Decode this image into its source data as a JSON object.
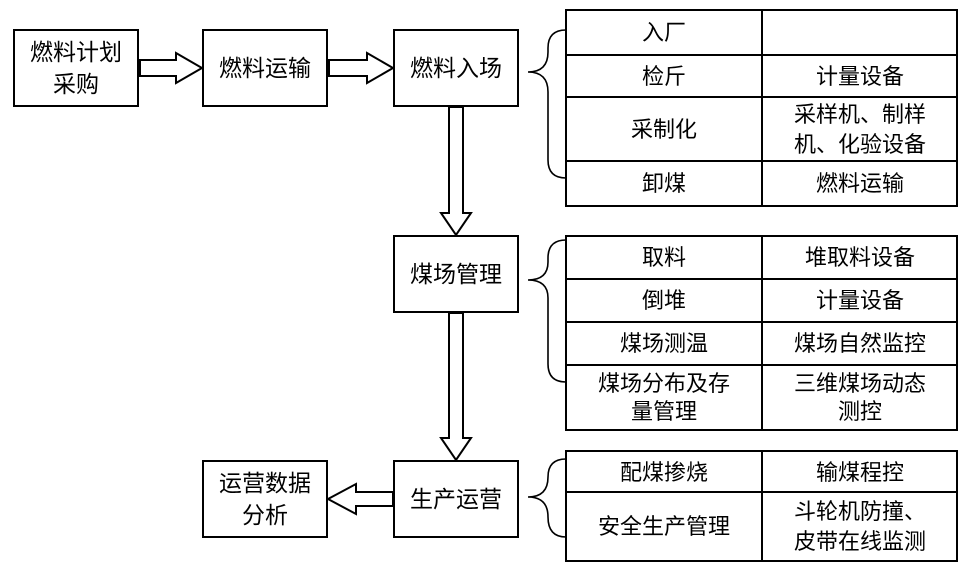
{
  "process": {
    "plan": [
      "燃料计划",
      "采购"
    ],
    "transport": "燃料运输",
    "entry": "燃料入场",
    "yard": "煤场管理",
    "production": "生产运营",
    "analysis": [
      "运营数据",
      "分析"
    ]
  },
  "entry_table": [
    {
      "step": [
        "入厂"
      ],
      "equip": []
    },
    {
      "step": [
        "检斤"
      ],
      "equip": [
        "计量设备"
      ]
    },
    {
      "step": [
        "采制化"
      ],
      "equip": [
        "采样机、制样",
        "机、化验设备"
      ]
    },
    {
      "step": [
        "卸煤"
      ],
      "equip": [
        "燃料运输"
      ]
    }
  ],
  "yard_table": [
    {
      "step": [
        "取料"
      ],
      "equip": [
        "堆取料设备"
      ]
    },
    {
      "step": [
        "倒堆"
      ],
      "equip": [
        "计量设备"
      ]
    },
    {
      "step": [
        "煤场测温"
      ],
      "equip": [
        "煤场自然监控"
      ]
    },
    {
      "step": [
        "煤场分布及存",
        "量管理"
      ],
      "equip": [
        "三维煤场动态",
        "测控"
      ]
    }
  ],
  "production_table": [
    {
      "step": [
        "配煤掺烧"
      ],
      "equip": [
        "输煤程控"
      ]
    },
    {
      "step": [
        "安全生产管理"
      ],
      "equip": [
        "斗轮机防撞、",
        "皮带在线监测"
      ]
    }
  ]
}
